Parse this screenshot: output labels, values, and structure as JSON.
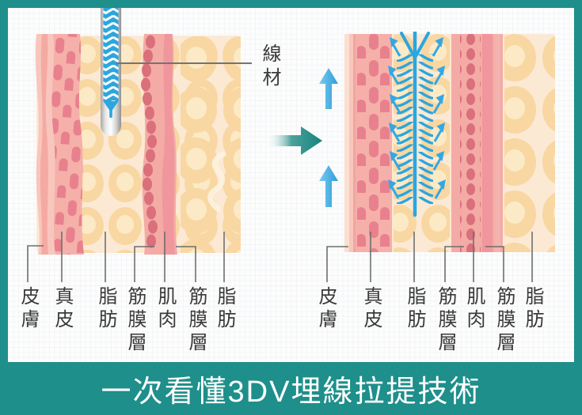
{
  "title_bar": {
    "text": "一次看懂3DV埋線拉提技術"
  },
  "callout": {
    "thread_label": "線材"
  },
  "layer_labels": [
    "皮膚",
    "真皮",
    "脂肪",
    "筋膜層",
    "肌肉",
    "筋膜層",
    "脂肪"
  ],
  "icons": {
    "transition_arrow": "right-arrow",
    "lift_arrow_top": "up-arrow",
    "lift_arrow_bottom": "up-arrow",
    "needle": "cannula-needle",
    "thread": "barbed-thread",
    "pull_arrows": "diagonal-up-arrows"
  },
  "colors": {
    "frame_teal": "#1e8f8a",
    "transition_arrow_teal": "#15837c",
    "thread_blue": "#2ba6de",
    "lift_arrow_blue": "#3fa9e3",
    "skin_pink": "#f8c6bc",
    "dermis_pink": "#f5b0aa",
    "dermis_cell": "#e8818d",
    "fat_cream": "#fce9d4",
    "fat_cell": "#f8d7a2",
    "muscle_pink": "#f4aba5",
    "muscle_cell": "#d9707b",
    "label_text": "#3a3a3a",
    "leader_line": "#6f6f6f",
    "title_text": "#ffffff"
  }
}
